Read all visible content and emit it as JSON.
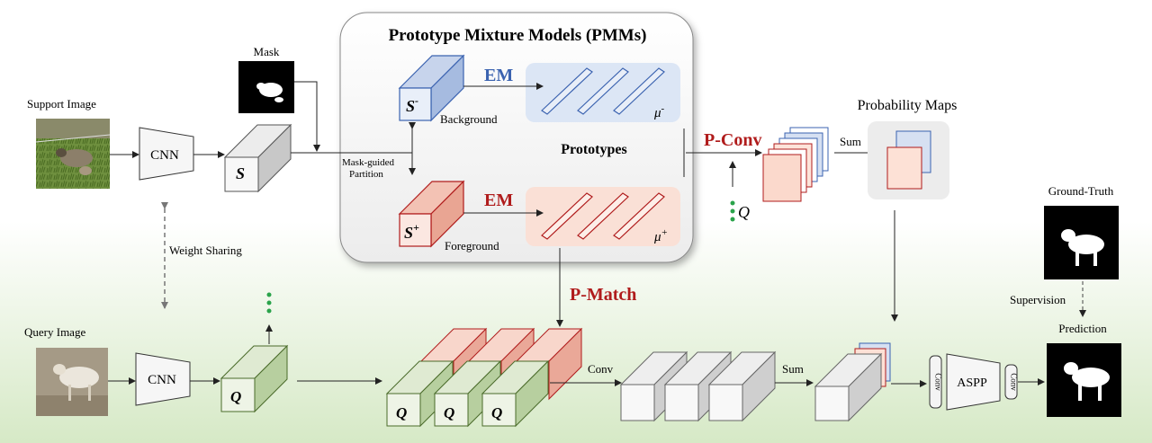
{
  "pmm": {
    "title": "Prototype Mixture  Models (PMMs)",
    "em_top": "EM",
    "em_bottom": "EM",
    "prototypes": "Prototypes",
    "background": "Background",
    "foreground": "Foreground",
    "mu_minus": "μ",
    "mu_minus_sup": "-",
    "mu_plus": "μ",
    "mu_plus_sup": "+",
    "s_minus": "S",
    "s_minus_sup": "-",
    "s_plus": "S",
    "s_plus_sup": "+"
  },
  "labels": {
    "mask": "Mask",
    "support_image": "Support Image",
    "query_image": "Query Image",
    "cnn_top": "CNN",
    "cnn_bottom": "CNN",
    "s": "S",
    "q_query": "Q",
    "q1": "Q",
    "q2": "Q",
    "q3": "Q",
    "q_pconv": "Q",
    "mask_guided_1": "Mask-guided",
    "mask_guided_2": "Partition",
    "weight_sharing": "Weight  Sharing",
    "p_conv": "P-Conv",
    "p_match": "P-Match",
    "sum_top": "Sum",
    "sum_bottom": "Sum",
    "conv": "Conv",
    "probability_maps": "Probability Maps",
    "ground_truth": "Ground-Truth",
    "supervision": "Supervision",
    "prediction": "Prediction",
    "aspp": "ASPP",
    "conv_small_1": "Conv",
    "conv_small_2": "Conv"
  },
  "colors": {
    "red_accent": "#b01c1c",
    "blue_accent": "#3b63b0",
    "green_dots": "#2aa34a",
    "bg_proto_fill": "#dce6f5",
    "fg_proto_fill": "#fae0d6",
    "query_fill": "#dfead2"
  }
}
